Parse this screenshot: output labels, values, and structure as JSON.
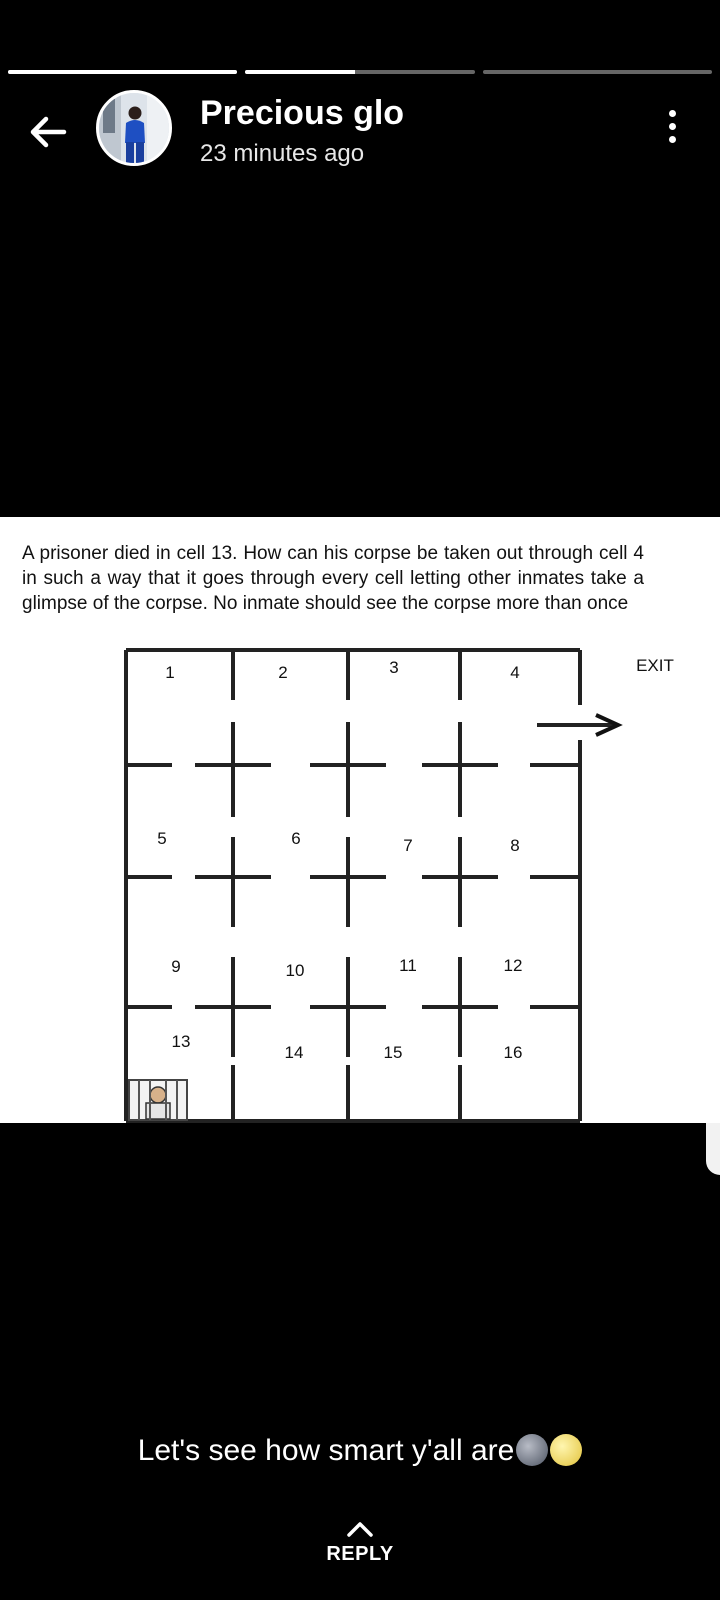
{
  "header": {
    "title": "Precious glo",
    "timestamp": "23 minutes ago",
    "progress": [
      1.0,
      0.48,
      0.0
    ]
  },
  "media": {
    "puzzle_text": "A prisoner died in cell 13. How can his corpse be taken out through cell 4 in such a way that it goes through every cell letting other inmates take a glimpse of the corpse. No inmate should see the corpse more than once",
    "exit_label": "EXIT",
    "cell_labels": [
      "1",
      "2",
      "3",
      "4",
      "5",
      "6",
      "7",
      "8",
      "9",
      "10",
      "11",
      "12",
      "13",
      "14",
      "15",
      "16"
    ]
  },
  "caption": {
    "text": "Let's see how smart y'all are"
  },
  "reply": {
    "label": "REPLY"
  },
  "icons": {
    "back": "back-arrow-icon",
    "menu": "more-vert-icon",
    "reply": "chevron-up-icon"
  }
}
